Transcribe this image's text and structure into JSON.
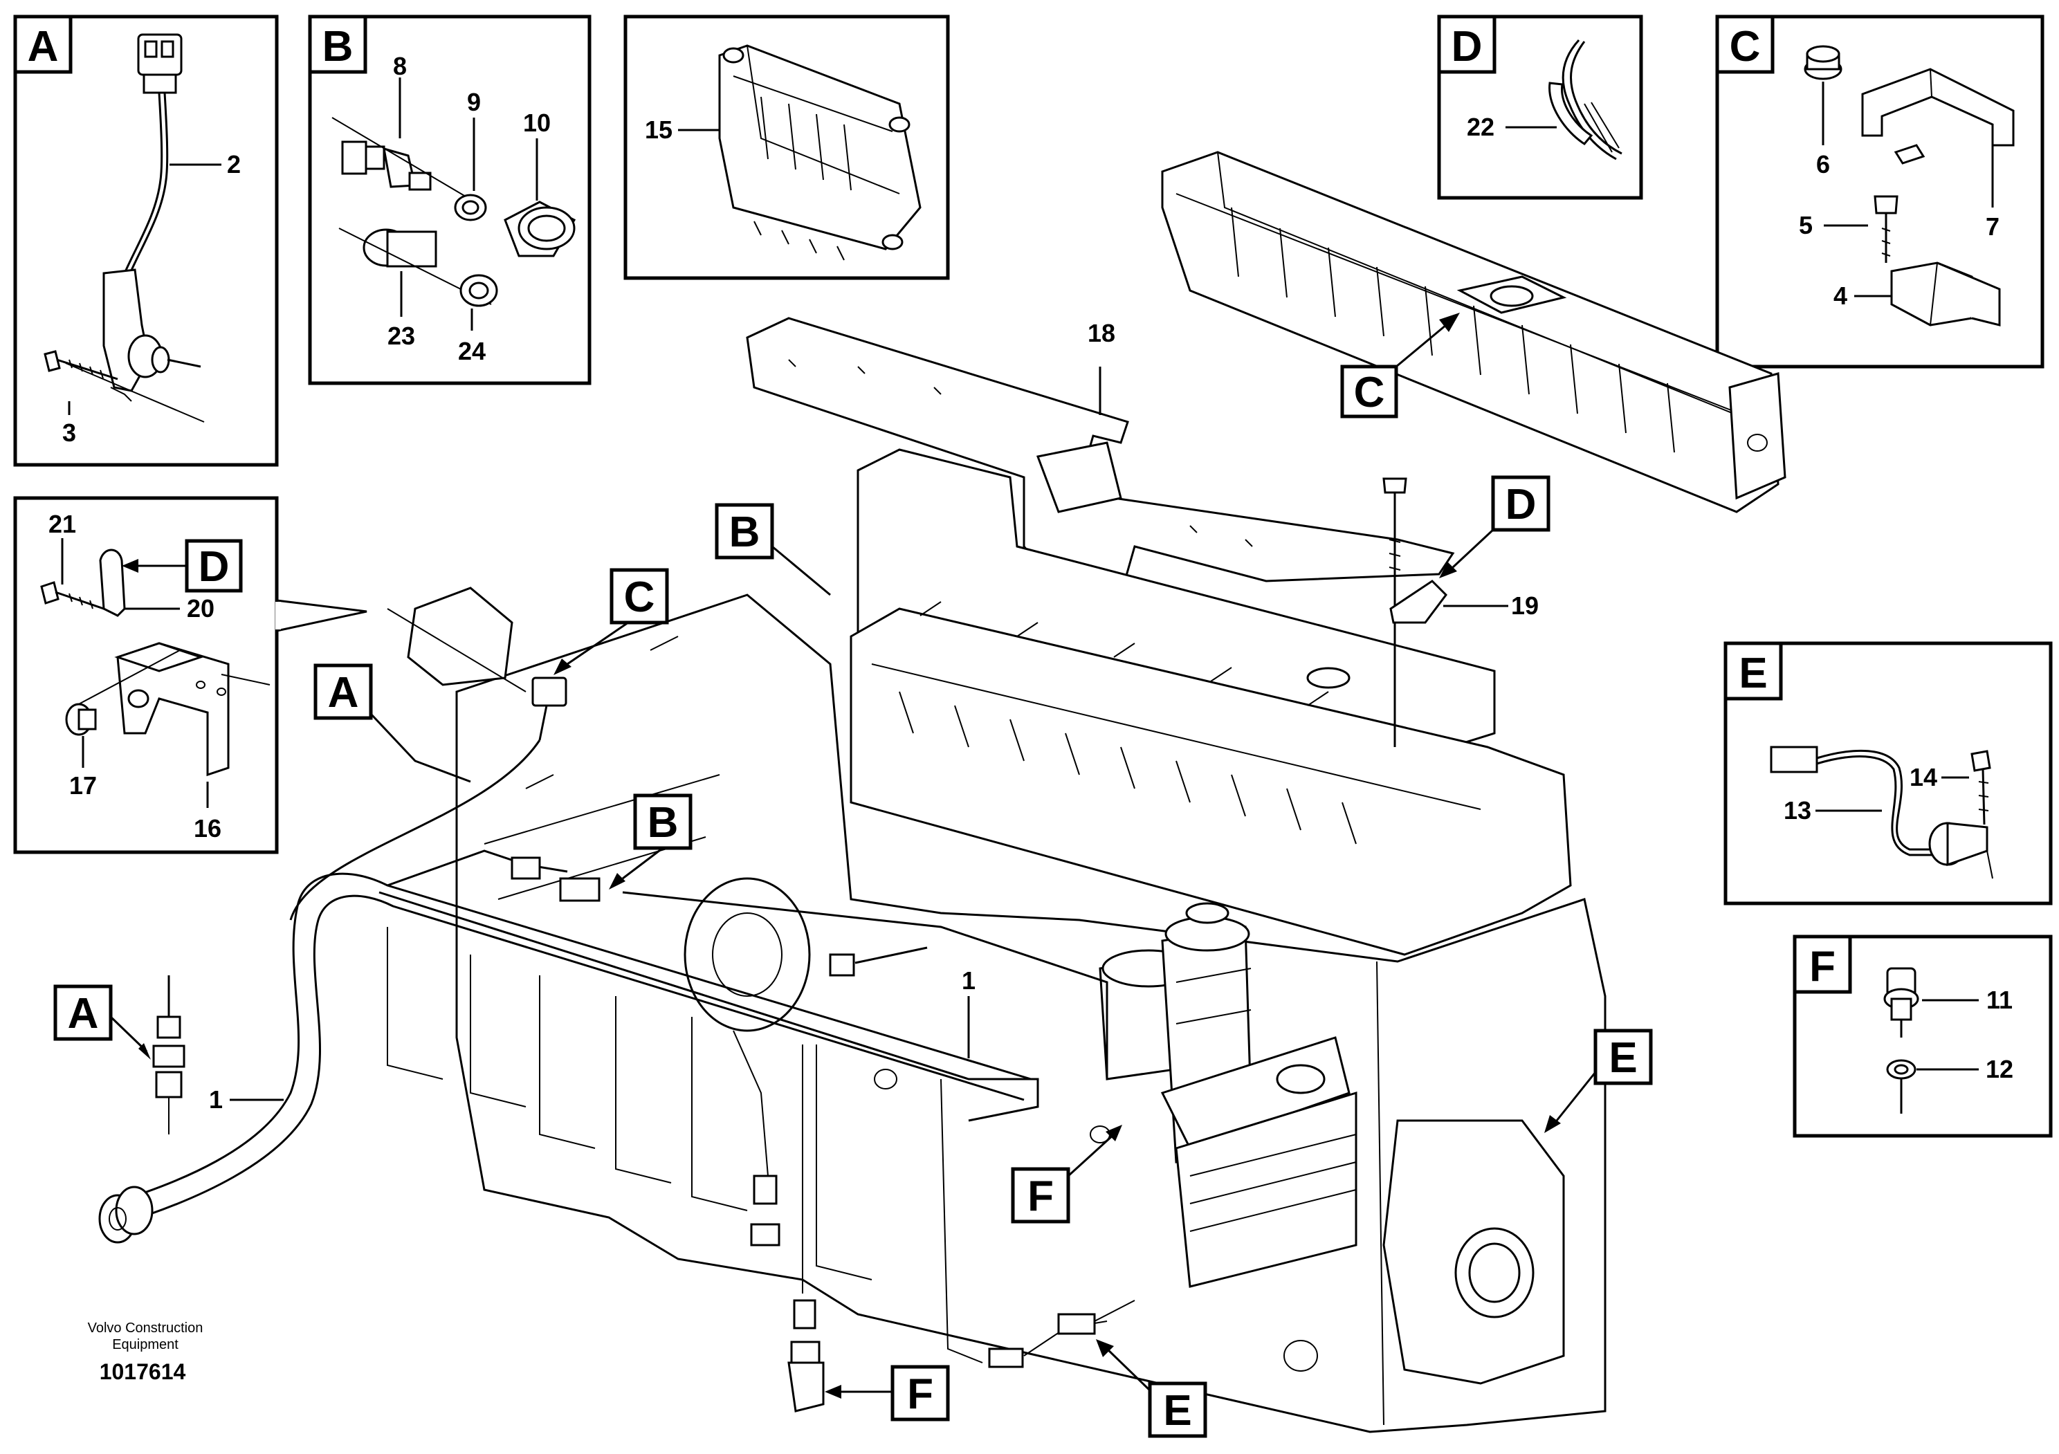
{
  "inset_tags": {
    "A": "A",
    "B": "B",
    "C": "C",
    "D": "D",
    "E": "E",
    "F": "F"
  },
  "callout_tags": {
    "A_main": "A",
    "A_sensor": "A",
    "B_main": "B",
    "B_sensor": "B",
    "C_main": "C",
    "C_manifold": "C",
    "D_main": "D",
    "D_inset": "D",
    "E_main": "E",
    "E_lower": "E",
    "F_main": "F",
    "F_lower": "F"
  },
  "part_numbers": {
    "p1a": "1",
    "p1b": "1",
    "p2": "2",
    "p3": "3",
    "p4": "4",
    "p5": "5",
    "p6": "6",
    "p7": "7",
    "p8": "8",
    "p9": "9",
    "p10": "10",
    "p11": "11",
    "p12": "12",
    "p13": "13",
    "p14": "14",
    "p15": "15",
    "p16": "16",
    "p17": "17",
    "p18": "18",
    "p19": "19",
    "p20": "20",
    "p21": "21",
    "p22": "22",
    "p23": "23",
    "p24": "24"
  },
  "footer": {
    "company_line1": "Volvo Construction",
    "company_line2": "Equipment",
    "drawing_number": "1017614"
  }
}
